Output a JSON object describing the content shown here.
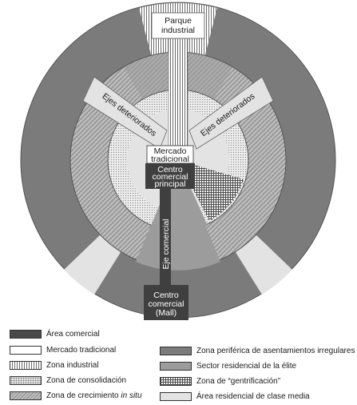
{
  "diagram": {
    "labels": {
      "parque_industrial": [
        "Parque",
        "industrial"
      ],
      "ejes_izq": "Ejes deteriorados",
      "ejes_der": "Ejes deteriorados",
      "mercado": [
        "Mercado",
        "tradicional"
      ],
      "centro_principal": [
        "Centro",
        "comercial",
        "principal"
      ],
      "eje_comercial": "Eje comercial",
      "mall": [
        "Centro",
        "comercial",
        "(Mall)"
      ]
    }
  },
  "legend": {
    "left": [
      "Área comercial",
      "Mercado tradicional",
      "Zona industrial",
      "Zona de consolidación",
      {
        "text": "Zona de crecimiento ",
        "italic": "in situ"
      }
    ],
    "right": [
      "Zona periférica de asentamientos irregulares",
      "Sector residencial de la élite",
      "Zona de “gentrificación”",
      "Área residencial de clase media"
    ]
  }
}
